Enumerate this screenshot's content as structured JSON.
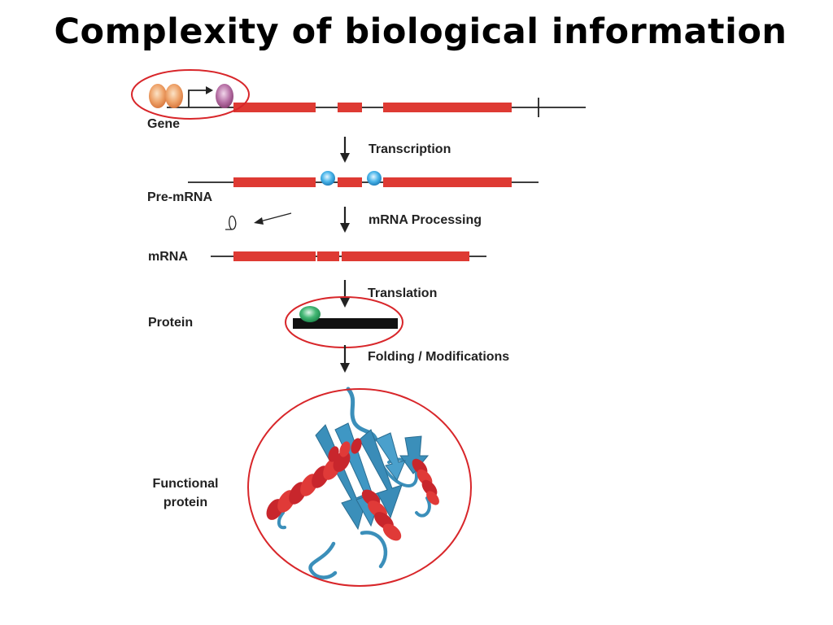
{
  "slide": {
    "title": "Complexity of biological information"
  },
  "colors": {
    "exon": "#de3a33",
    "line": "#222222",
    "highlight_ring": "#d8262a",
    "protein_chain": "#111111",
    "ribosome": "#35a867",
    "spliceosome": "#3aa6df",
    "activator": "#e8955a",
    "rna_polymerase": "#a45a93",
    "beta_strand": "#3b8fba",
    "alpha_helix": "#c8262c"
  },
  "stages": {
    "gene": "Gene",
    "pre_mrna": "Pre-mRNA",
    "mrna": "mRNA",
    "protein": "Protein",
    "functional_line1": "Functional",
    "functional_line2": "protein"
  },
  "steps": {
    "transcription": "Transcription",
    "processing": "mRNA Processing",
    "translation": "Translation",
    "folding": "Folding / Modifications"
  },
  "icons": {
    "transcription_factors": "orange-ovals-icon",
    "promoter_arrow": "bent-arrow-icon",
    "polymerase": "purple-oval-icon",
    "spliceosome": "blue-sphere-icon",
    "excised_intron": "lariat-icon",
    "ribosome": "green-oval-icon",
    "folded_protein": "ribbon-structure-icon"
  }
}
